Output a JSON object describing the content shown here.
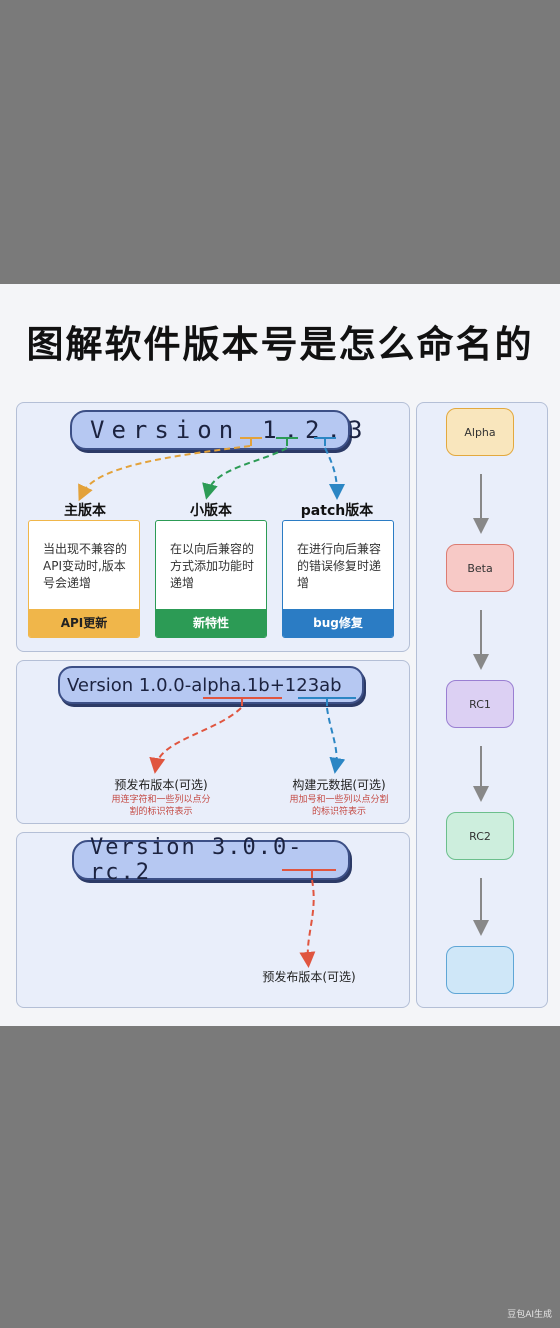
{
  "title": "图解软件版本号是怎么命名的",
  "version_1": {
    "prefix": "Version",
    "num": "1.2.3"
  },
  "columns": [
    {
      "title": "主版本",
      "desc": "当出现不兼容的API变动时,版本号会递增",
      "footer": "API更新",
      "color": "#f0b64a"
    },
    {
      "title": "小版本",
      "desc": "在以向后兼容的方式添加功能时递增",
      "footer": "新特性",
      "color": "#2c9b55"
    },
    {
      "title": "patch版本",
      "desc": "在进行向后兼容的错误修复时递增",
      "footer": "bug修复",
      "color": "#2b7cc4"
    }
  ],
  "version_2": "Version 1.0.0-alpha.1b+123ab",
  "prerelease_label": "预发布版本(可选)",
  "prerelease_note": "用连字符和一些列以点分割的标识符表示",
  "build_label": "构建元数据(可选)",
  "build_note": "用加号和一些列以点分割的标识符表示",
  "version_3": "Version 3.0.0-rc.2",
  "prerelease_label_2": "预发布版本(可选)",
  "stages": [
    {
      "name": "Alpha",
      "fill": "#f9e6bd",
      "border": "#e3a93e"
    },
    {
      "name": "Beta",
      "fill": "#f7c9c6",
      "border": "#dc7c72"
    },
    {
      "name": "RC1",
      "fill": "#dcd0f3",
      "border": "#9a7fd2"
    },
    {
      "name": "RC2",
      "fill": "#cdeedd",
      "border": "#6cbf8c"
    },
    {
      "name": "",
      "fill": "#cfe7f8",
      "border": "#5fa6d6"
    }
  ],
  "watermark": "豆包AI生成"
}
